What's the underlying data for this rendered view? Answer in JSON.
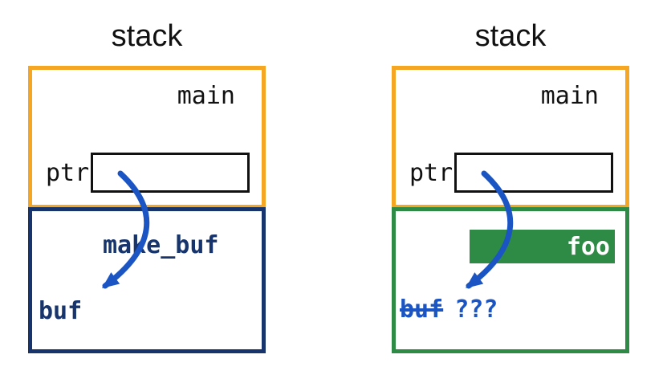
{
  "diagram": {
    "panels": [
      {
        "title": "stack",
        "outer_frame_label": "main",
        "pointer_label": "ptr",
        "inner_frame_label": "make_buf",
        "target_label": "buf"
      },
      {
        "title": "stack",
        "outer_frame_label": "main",
        "pointer_label": "ptr",
        "fill_label": "foo",
        "target_label": "buf",
        "unknown_label": "???"
      }
    ]
  },
  "colors": {
    "frame_orange": "#F5A623",
    "frame_navy": "#17356C",
    "frame_green": "#2E8B46",
    "arrow_blue": "#1B55C4",
    "pointer_box_border": "#111111",
    "text_black": "#111111",
    "foo_text_white": "#FFFFFF"
  }
}
